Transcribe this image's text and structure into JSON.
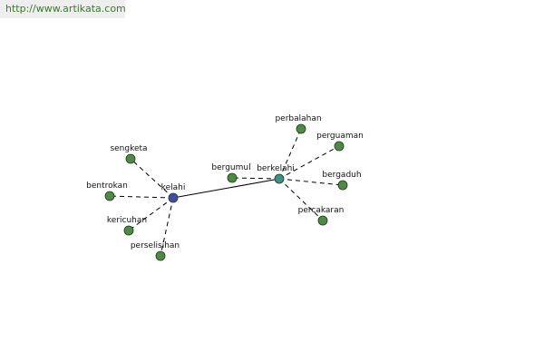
{
  "banner": {
    "url_text": "http://www.artikata.com"
  },
  "colors": {
    "leaf_node": "#4f8a45",
    "hub_kelahi": "#3f4fa8",
    "hub_berkelahi": "#3f8f8a",
    "banner_text": "#3a7a2a"
  },
  "graph": {
    "nodes": [
      {
        "id": "kelahi",
        "label": "kelahi",
        "kind": "hub_kelahi"
      },
      {
        "id": "berkelahi",
        "label": "berkelahi",
        "kind": "hub_berkelahi"
      },
      {
        "id": "sengketa",
        "label": "sengketa",
        "kind": "leaf"
      },
      {
        "id": "bentrokan",
        "label": "bentrokan",
        "kind": "leaf"
      },
      {
        "id": "kericuhan",
        "label": "kericuhan",
        "kind": "leaf"
      },
      {
        "id": "perselisihan",
        "label": "perselisihan",
        "kind": "leaf"
      },
      {
        "id": "bergumul",
        "label": "bergumul",
        "kind": "leaf"
      },
      {
        "id": "perbalahan",
        "label": "perbalahan",
        "kind": "leaf"
      },
      {
        "id": "perguaman",
        "label": "perguaman",
        "kind": "leaf"
      },
      {
        "id": "bergaduh",
        "label": "bergaduh",
        "kind": "leaf"
      },
      {
        "id": "percakaran",
        "label": "percakaran",
        "kind": "leaf"
      }
    ],
    "edges": [
      {
        "from": "kelahi",
        "to": "berkelahi",
        "style": "solid"
      },
      {
        "from": "kelahi",
        "to": "sengketa",
        "style": "dashed"
      },
      {
        "from": "kelahi",
        "to": "bentrokan",
        "style": "dashed"
      },
      {
        "from": "kelahi",
        "to": "kericuhan",
        "style": "dashed"
      },
      {
        "from": "kelahi",
        "to": "perselisihan",
        "style": "dashed"
      },
      {
        "from": "berkelahi",
        "to": "bergumul",
        "style": "dashed"
      },
      {
        "from": "berkelahi",
        "to": "perbalahan",
        "style": "dashed"
      },
      {
        "from": "berkelahi",
        "to": "perguaman",
        "style": "dashed"
      },
      {
        "from": "berkelahi",
        "to": "bergaduh",
        "style": "dashed"
      },
      {
        "from": "berkelahi",
        "to": "percakaran",
        "style": "dashed"
      }
    ]
  }
}
